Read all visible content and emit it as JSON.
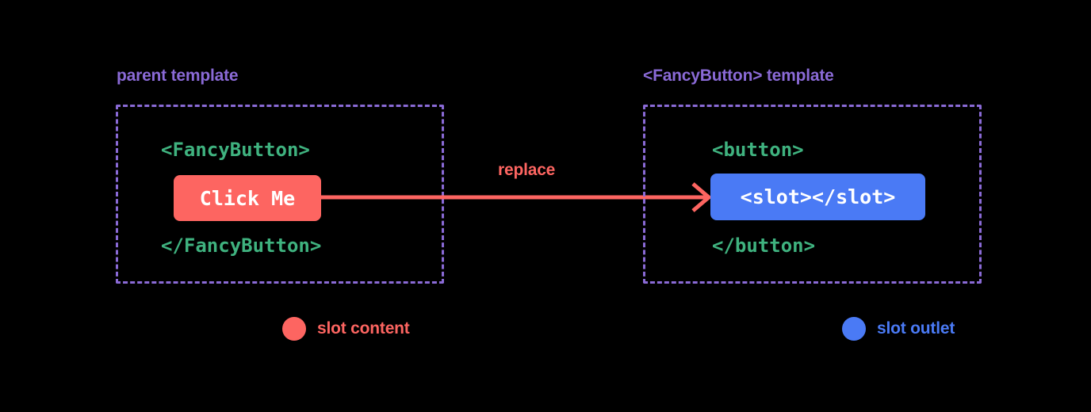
{
  "diagram": {
    "title_hidden": "",
    "background_color": "#000000",
    "panels": [
      {
        "id": "parent",
        "label": "parent template",
        "label_color": "#8a6ad6",
        "border_color": "#8a6ad6",
        "code_lines": [
          {
            "text": "<FancyButton>",
            "color": "#3fb27f"
          },
          {
            "text": "</FancyButton>",
            "color": "#3fb27f"
          }
        ],
        "chip": {
          "text": "Click Me",
          "bg_color": "#fd6561",
          "text_color": "#ffffff",
          "role": "slot content"
        }
      },
      {
        "id": "fancybutton",
        "label": "<FancyButton> template",
        "label_color": "#8a6ad6",
        "border_color": "#8a6ad6",
        "code_lines": [
          {
            "text": "<button>",
            "color": "#3fb27f"
          },
          {
            "text": "</button>",
            "color": "#3fb27f"
          }
        ],
        "chip": {
          "text": "<slot></slot>",
          "bg_color": "#4a7af5",
          "text_color": "#ffffff",
          "role": "slot outlet"
        }
      }
    ],
    "arrow": {
      "label": "replace",
      "color": "#fd6561",
      "from": "Click Me",
      "to": "<slot></slot>"
    },
    "legend": [
      {
        "label": "slot content",
        "color": "#fd6561"
      },
      {
        "label": "slot outlet",
        "color": "#4a7af5"
      }
    ]
  }
}
